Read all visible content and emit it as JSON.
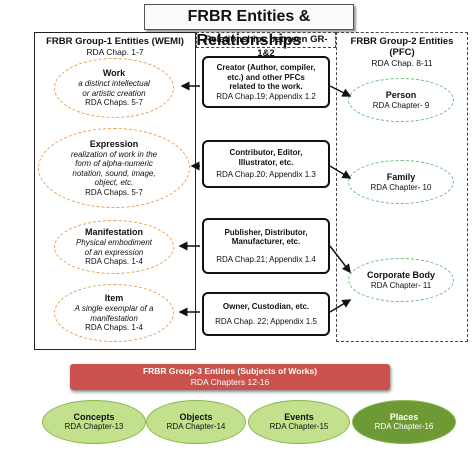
{
  "title": "FRBR Entities & Relationships",
  "group1": {
    "heading": "FRBR Group-1 Entities (WEMI)",
    "chapters": "RDA Chap. 1-7",
    "entities": [
      {
        "name": "Work",
        "description": [
          "a distinct intellectual",
          "or artistic creation"
        ],
        "chapters": "RDA Chaps. 5-7"
      },
      {
        "name": "Expression",
        "description": [
          "realization of work in the",
          "form of alpha-numeric",
          "notation, sound, image,",
          "object, etc."
        ],
        "chapters": "RDA Chaps. 5-7"
      },
      {
        "name": "Manifestation",
        "description": [
          "Physical embodiment",
          "of an expression"
        ],
        "chapters": "RDA Chaps. 1-4"
      },
      {
        "name": "Item",
        "description": [
          "A single exemplar of a",
          "manifestation"
        ],
        "chapters": "RDA Chaps. 1-4"
      }
    ]
  },
  "relationships": {
    "heading": "Relationships between GR-1&2",
    "items": [
      {
        "lines": [
          "Creator (Author, compiler,",
          "etc.) and other PFCs",
          "related to the work."
        ],
        "chapters": "RDA Chap.19; Appendix 1.2"
      },
      {
        "lines": [
          "Contributor, Editor,",
          "Illustrator, etc."
        ],
        "chapters": "RDA Chap.20; Appendix 1.3"
      },
      {
        "lines": [
          "Publisher, Distributor,",
          "Manufacturer, etc."
        ],
        "chapters": "RDA Chap.21; Appendix 1.4"
      },
      {
        "lines": [
          "Owner, Custodian, etc."
        ],
        "chapters": "RDA Chap. 22; Appendix 1.5"
      }
    ]
  },
  "group2": {
    "heading": "FRBR Group-2 Entities (PFC)",
    "chapters": "RDA Chap. 8-11",
    "entities": [
      {
        "name": "Person",
        "chapters": "RDA Chapter- 9"
      },
      {
        "name": "Family",
        "chapters": "RDA Chapter- 10"
      },
      {
        "name": "Corporate Body",
        "chapters": "RDA Chapter- 11"
      }
    ]
  },
  "group3": {
    "heading": "FRBR Group-3 Entities (Subjects of Works)",
    "chapters": "RDA Chapters 12-16",
    "entities": [
      {
        "name": "Concepts",
        "chapters": "RDA Chapter-13"
      },
      {
        "name": "Objects",
        "chapters": "RDA Chapter-14"
      },
      {
        "name": "Events",
        "chapters": "RDA Chapter-15"
      },
      {
        "name": "Places",
        "chapters": "RDA Chapter-16"
      }
    ]
  },
  "colors": {
    "ellipse_border_group1": "#e8a25a",
    "ellipse_border_group2": "#6fbf7a",
    "group3_bar": "#c9524c",
    "group3_light": "#c3e08c",
    "group3_dark": "#6e9a35"
  }
}
